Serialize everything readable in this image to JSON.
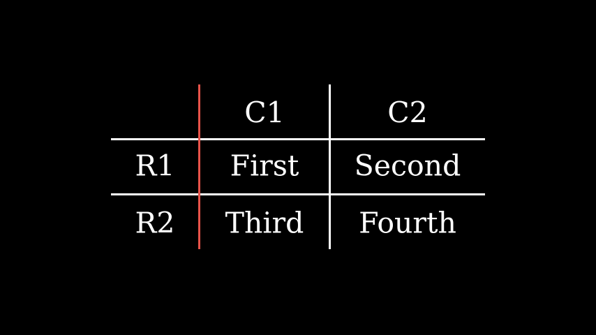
{
  "colors": {
    "background": "#000000",
    "grid_line": "#FFFFFF",
    "highlight_line": "#E8534A",
    "text": "#FFFFFF"
  },
  "table": {
    "col_headers": [
      "C1",
      "C2"
    ],
    "row_headers": [
      "R1",
      "R2"
    ],
    "cells": [
      [
        "First",
        "Second"
      ],
      [
        "Third",
        "Fourth"
      ]
    ]
  },
  "chart_data": {
    "type": "table",
    "columns": [
      "C1",
      "C2"
    ],
    "rows": [
      "R1",
      "R2"
    ],
    "cells": [
      [
        "First",
        "Second"
      ],
      [
        "Third",
        "Fourth"
      ]
    ],
    "title": "",
    "layout": {
      "grid": "partial",
      "horizontal_rules": 2,
      "vertical_rules": 2,
      "row_label_separator_color": "#E8534A",
      "background": "#000000"
    }
  }
}
